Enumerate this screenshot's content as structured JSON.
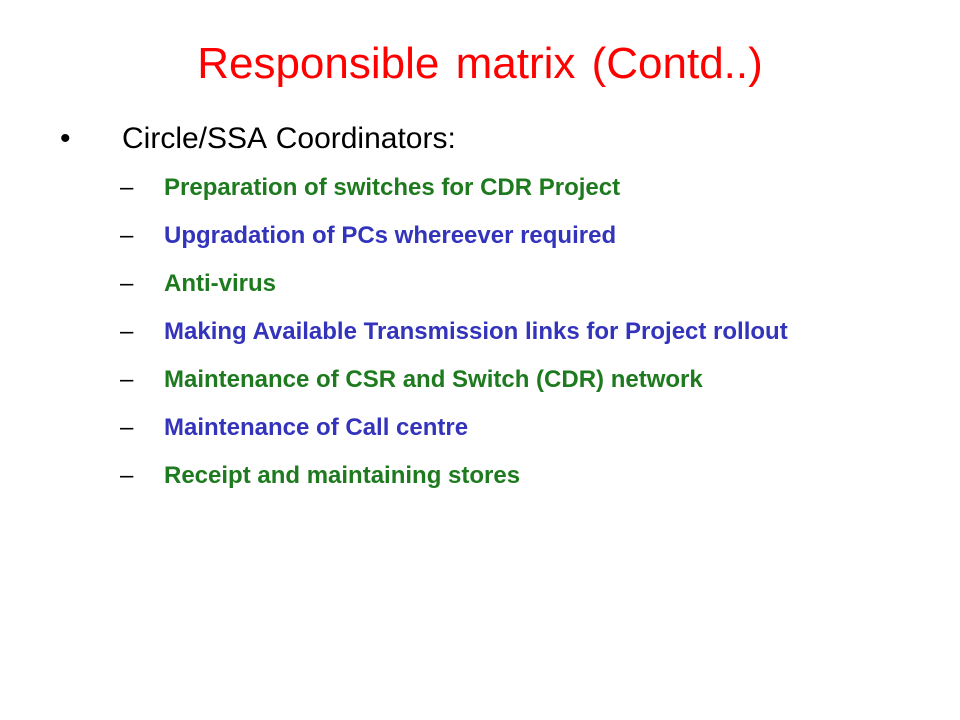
{
  "slide": {
    "title": "Responsible matrix (Contd..)",
    "bullet": {
      "marker": "•",
      "text": "Circle/SSA Coordinators:"
    },
    "sub_marker": "–",
    "items": [
      {
        "text": "Preparation of switches for CDR Project",
        "color": "#1e7a1e"
      },
      {
        "text": "Upgradation of PCs whereever required",
        "color": "#3333bb"
      },
      {
        "text": "Anti-virus",
        "color": "#1e7a1e"
      },
      {
        "text": "Making Available Transmission links for Project rollout",
        "color": "#3333bb"
      },
      {
        "text": "Maintenance of CSR and Switch (CDR) network",
        "color": "#1e7a1e"
      },
      {
        "text": "Maintenance of Call centre",
        "color": "#3333bb"
      },
      {
        "text": "Receipt and maintaining stores",
        "color": "#1e7a1e"
      }
    ],
    "title_color": "#ff0000"
  }
}
